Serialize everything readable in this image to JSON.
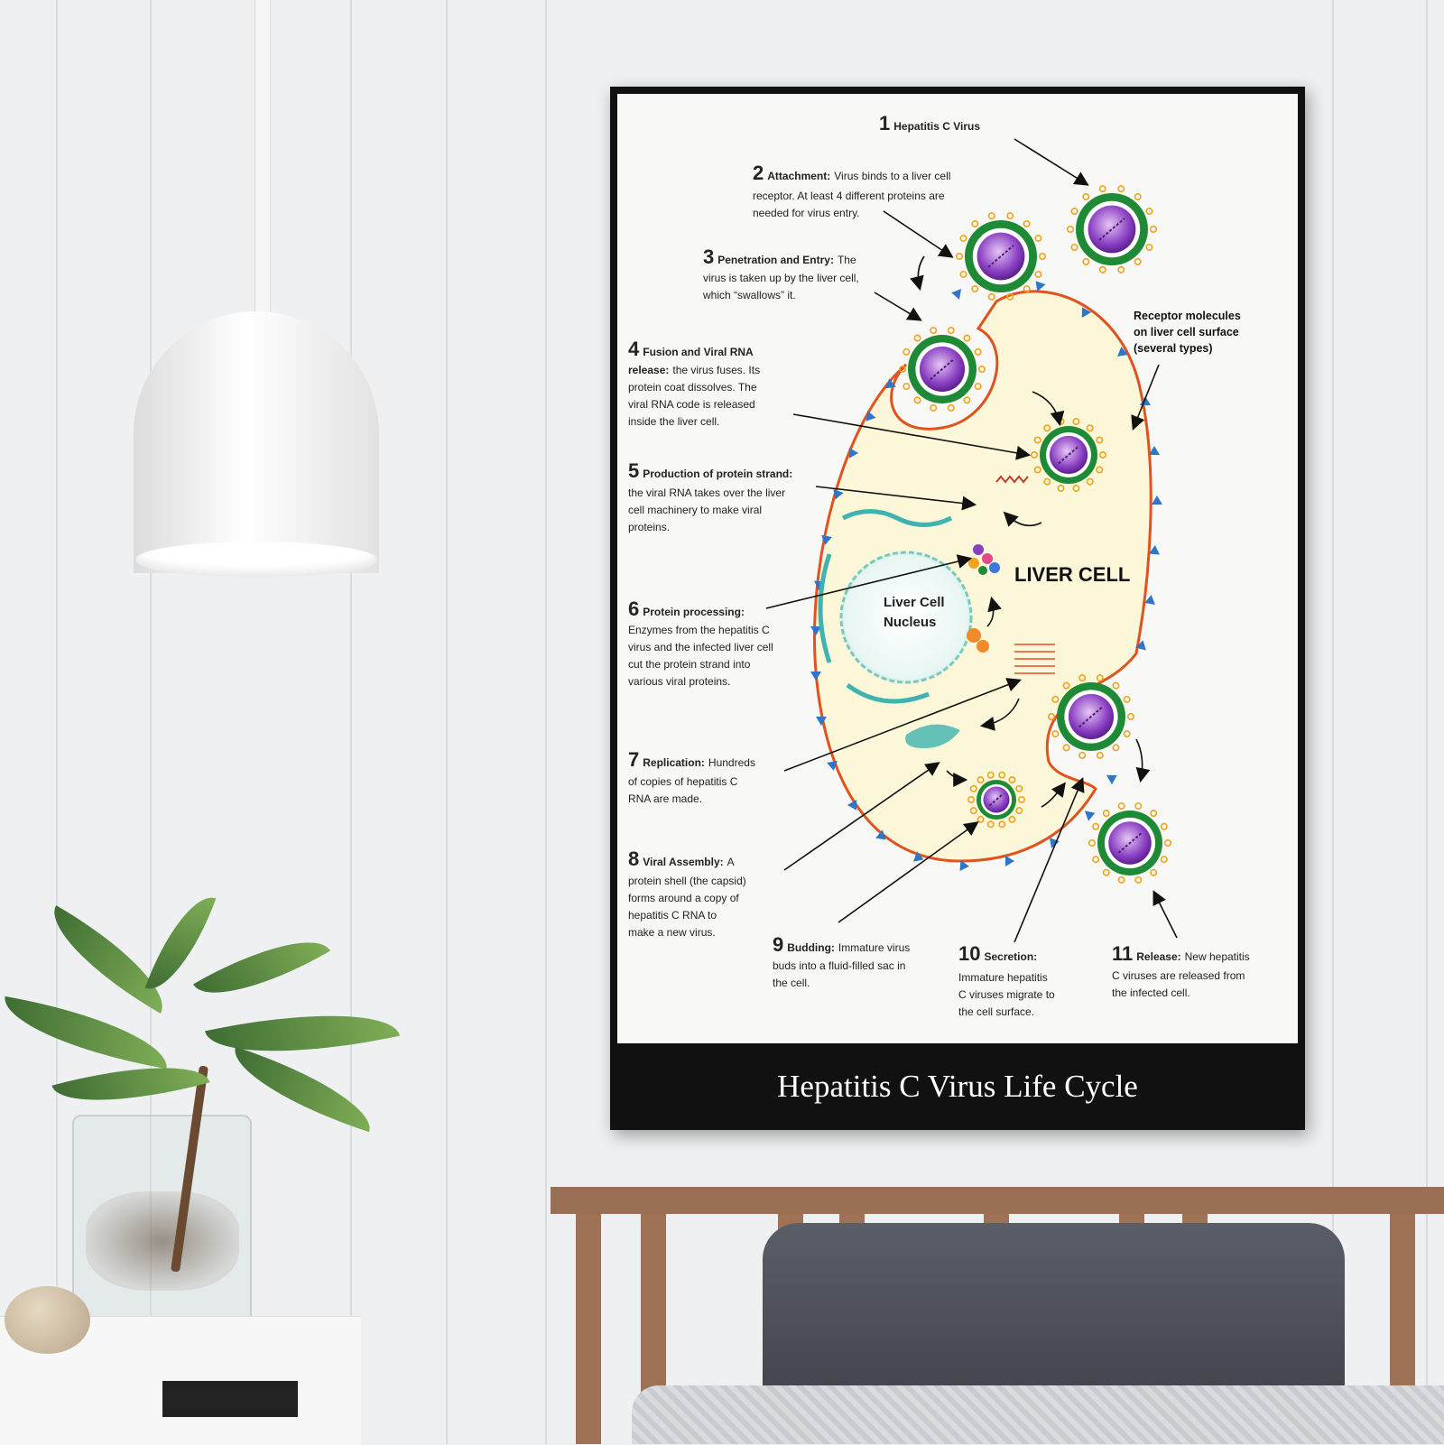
{
  "poster": {
    "title": "Hepatitis C Virus Life Cycle"
  },
  "diagram": {
    "cell_label": "LIVER CELL",
    "nucleus_label": [
      "Liver Cell",
      "Nucleus"
    ],
    "receptor_label": [
      "Receptor molecules",
      "on liver cell surface",
      "(several types)"
    ],
    "steps": [
      {
        "num": "1",
        "head": "Hepatitis C Virus",
        "lines": []
      },
      {
        "num": "2",
        "head": "Attachment:",
        "head_tail": "Virus binds to a liver cell",
        "lines": [
          "receptor. At least 4 different proteins are",
          "needed for virus entry."
        ]
      },
      {
        "num": "3",
        "head": "Penetration and Entry:",
        "head_tail": "The",
        "lines": [
          "virus is taken up by the liver cell,",
          "which “swallows” it."
        ]
      },
      {
        "num": "4",
        "head": "Fusion and Viral RNA",
        "lines_bold": "release:",
        "lines_bold_tail": "the virus fuses. Its",
        "lines": [
          "protein coat dissolves. The",
          "viral RNA code is released",
          "inside the liver cell."
        ]
      },
      {
        "num": "5",
        "head": "Production of protein strand:",
        "lines": [
          "the viral RNA takes over the liver",
          "cell machinery to make viral",
          "proteins."
        ]
      },
      {
        "num": "6",
        "head": "Protein processing:",
        "lines": [
          "Enzymes from the hepatitis C",
          "virus and the infected liver cell",
          "cut the protein strand into",
          "various viral proteins."
        ]
      },
      {
        "num": "7",
        "head": "Replication:",
        "head_tail": "Hundreds",
        "lines": [
          "of copies of hepatitis C",
          "RNA are made."
        ]
      },
      {
        "num": "8",
        "head": "Viral Assembly:",
        "head_tail": "A",
        "lines": [
          "protein shell (the capsid)",
          "forms around a copy of",
          "hepatitis C RNA to",
          "make a new virus."
        ]
      },
      {
        "num": "9",
        "head": "Budding:",
        "head_tail": "Immature virus",
        "lines": [
          "buds into a fluid-filled sac in",
          "the cell."
        ]
      },
      {
        "num": "10",
        "head": "Secretion:",
        "lines": [
          "Immature hepatitis",
          "C viruses migrate to",
          "the cell surface."
        ]
      },
      {
        "num": "11",
        "head": "Release:",
        "head_tail": "New hepatitis",
        "lines": [
          "C viruses are released from",
          "the infected cell."
        ]
      }
    ]
  },
  "colors": {
    "cell_fill": "#fbf7d8",
    "cell_outline": "#e0531e",
    "receptor": "#2f76c8",
    "virus_core": "#8a3fc2",
    "virus_ring": "#1f8a36",
    "virus_spike": "#f2a31d",
    "organelle": "#3fb3b0"
  }
}
